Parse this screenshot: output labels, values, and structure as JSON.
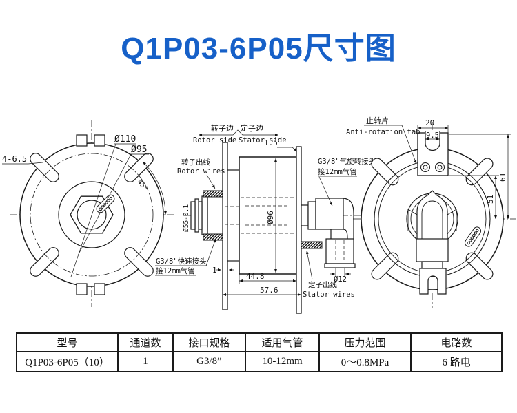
{
  "title": "Q1P03-6P05尺寸图",
  "colors": {
    "title_blue": "#1660C8",
    "ink": "#1a1a1a"
  },
  "drawing": {
    "left_view": {
      "hole_callout": "4-6.5",
      "dia110": "Ø110",
      "dia95": "Ø95",
      "angle45": "45°"
    },
    "middle_view": {
      "rotor_side_cn": "转子边",
      "rotor_side_en": "Rotor side",
      "stator_side_cn": "定子边",
      "stator_side_en": "Stator side",
      "dim_1_5": "1.5",
      "rotor_wires_cn": "转子出线",
      "rotor_wires_en": "Rotor wires",
      "rotary_joint_line1": "G3/8\"气旋转接头",
      "rotary_joint_line2": "接12mm气管",
      "quick_joint_line1": "G3/8\"快速接头",
      "quick_joint_line2": "接12mm气管",
      "dia55": "Ø55-0.1",
      "dia96": "Ø96",
      "dim_1": "1",
      "dim_44_8": "44.8",
      "dim_57_6": "57.6",
      "stator_wires_cn": "定子出线",
      "stator_wires_en": "Stator wires",
      "dia12": "Ø12"
    },
    "right_view": {
      "tab_cn": "止转片",
      "tab_en": "Anti-rotation tab",
      "dim_20": "20",
      "dim_9_5": "9.5",
      "dim_61": "61",
      "dim_51": "51"
    }
  },
  "table": {
    "headers": [
      "型号",
      "通道数",
      "接口规格",
      "适用气管",
      "压力范围",
      "电路数"
    ],
    "row": [
      "Q1P03-6P05（10）",
      "1",
      "G3/8”",
      "10-12mm",
      "0～0.8MPa",
      "6 路电"
    ]
  }
}
